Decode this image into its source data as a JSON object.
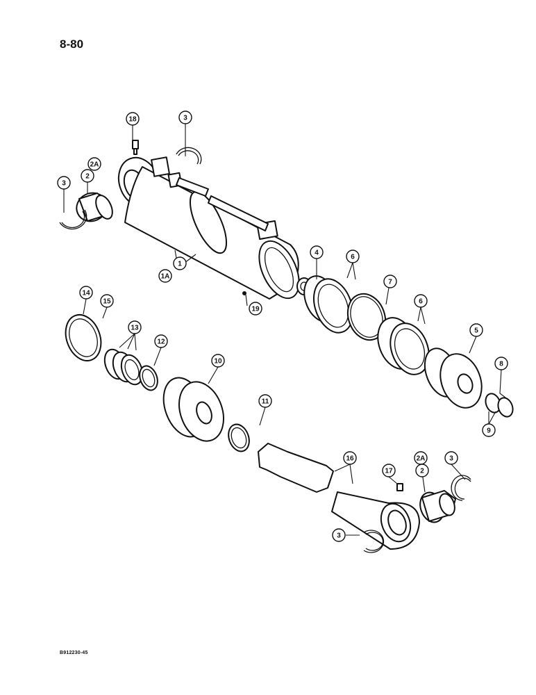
{
  "page": {
    "number": "8-80",
    "figure_code": "B912230-45"
  },
  "callouts": [
    {
      "id": "18",
      "part": "grease-fitting-upper"
    },
    {
      "id": "3",
      "part": "retaining-ring-top"
    },
    {
      "id": "2A",
      "part": "bushing-upper-left-label-2a"
    },
    {
      "id": "2",
      "part": "bushing-upper-left"
    },
    {
      "id": "3",
      "part": "retaining-ring-left"
    },
    {
      "id": "1",
      "part": "cylinder-barrel"
    },
    {
      "id": "1A",
      "part": "cylinder-barrel-assembly"
    },
    {
      "id": "4",
      "part": "piston-nut"
    },
    {
      "id": "6",
      "part": "wear-ring-upper"
    },
    {
      "id": "7",
      "part": "o-ring-piston"
    },
    {
      "id": "6",
      "part": "wear-ring-lower"
    },
    {
      "id": "19",
      "part": "plug"
    },
    {
      "id": "14",
      "part": "retaining-ring-gland"
    },
    {
      "id": "15",
      "part": "wiper-seal"
    },
    {
      "id": "13",
      "part": "rod-seal-set"
    },
    {
      "id": "12",
      "part": "backup-ring"
    },
    {
      "id": "10",
      "part": "gland"
    },
    {
      "id": "5",
      "part": "piston"
    },
    {
      "id": "8",
      "part": "seal-ring"
    },
    {
      "id": "9",
      "part": "backup-rings"
    },
    {
      "id": "11",
      "part": "o-ring-gland"
    },
    {
      "id": "16",
      "part": "piston-rod"
    },
    {
      "id": "17",
      "part": "grease-fitting-lower"
    },
    {
      "id": "2A",
      "part": "bushing-lower-right-label-2a"
    },
    {
      "id": "2",
      "part": "bushing-lower-right"
    },
    {
      "id": "3",
      "part": "retaining-ring-right"
    },
    {
      "id": "3",
      "part": "retaining-ring-bottom"
    }
  ]
}
